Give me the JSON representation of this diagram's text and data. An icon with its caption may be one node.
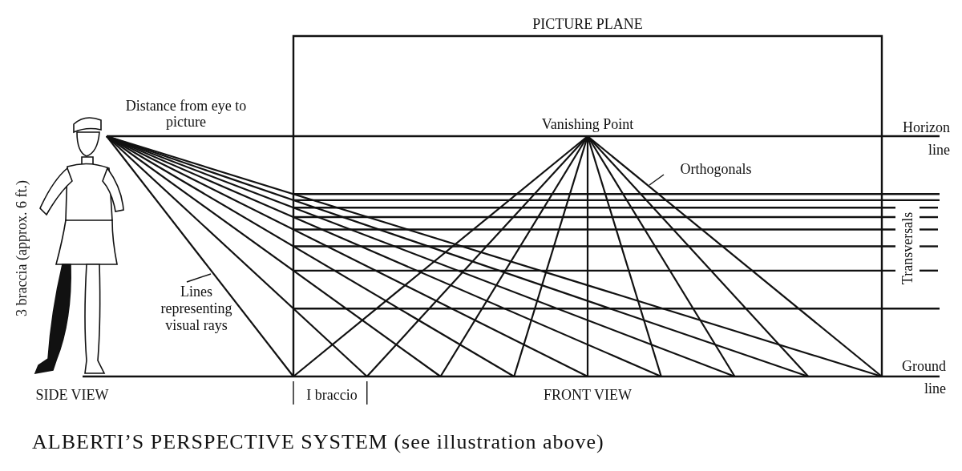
{
  "diagram": {
    "title": "ALBERTI’S PERSPECTIVE SYSTEM (see illustration above)",
    "nodes": [
      {
        "text": [
          "Lines representing visual rays"
        ]
      },
      {
        "text": [
          "Orthogonals"
        ]
      }
    ],
    "edges": [
      {
        "from": 0,
        "to": null,
        "arrow": "none"
      },
      {
        "from": 1,
        "to": null,
        "arrow": "none"
      }
    ],
    "labels": [
      "PICTURE PLANE",
      "Distance from eye to picture",
      "Vanishing Point",
      "Horizon line",
      "3 braccia (approx. 6 ft.)",
      "Transversals",
      "Ground line",
      "SIDE VIEW",
      "I braccio",
      "FRONT VIEW"
    ]
  }
}
